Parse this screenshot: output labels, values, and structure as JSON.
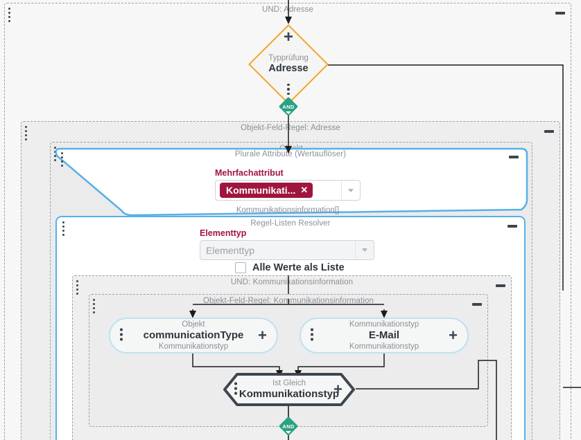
{
  "app": {
    "title": "Regel-Editor Flussdiagramm",
    "canvas_bg": "#f7f7f7"
  },
  "colors": {
    "accent_blue": "#56b0e8",
    "accent_orange": "#f5a623",
    "accent_teal": "#2aa183",
    "label_red": "#a0153e",
    "tag_bg": "#a0153e",
    "muted_text": "#8a9097",
    "dark_text": "#2d343b",
    "pill_border": "#bfe0f2",
    "group_border": "#9aa0a6"
  },
  "groups": [
    {
      "id": "und-adresse",
      "title": "UND: Adresse"
    },
    {
      "id": "objekt-feld-regel-adresse",
      "title": "Objekt-Feld-Regel: Adresse"
    },
    {
      "id": "objekt",
      "title": "Objekt"
    },
    {
      "id": "plurale-attribute",
      "title": "Plurale Attribute (Wertauflöser)"
    },
    {
      "id": "regel-listen-resolver",
      "title": "Regel-Listen Resolver"
    },
    {
      "id": "und-kommunikationsinformation",
      "title": "UND: Kommunikationsinformation"
    },
    {
      "id": "objekt-feld-regel-kommunikationsinformation",
      "title": "Objekt-Feld-Regel: Kommunikationsinformation"
    }
  ],
  "typepruefung_node": {
    "plus": "+",
    "subtitle": "Typprüfung",
    "title": "Adresse"
  },
  "and_badges": [
    {
      "label": "AND"
    },
    {
      "label": "AND"
    }
  ],
  "mehrfachattribut": {
    "label": "Mehrfachattribut",
    "tag_text": "Kommunikati...",
    "tag_remove": "✕",
    "hint": "Kommunikationsinformation[]"
  },
  "elementtyp": {
    "label": "Elementtyp",
    "placeholder": "Elementtyp",
    "value": ""
  },
  "alle_werte": {
    "label": "Alle Werte als Liste",
    "checked": false
  },
  "nodes": [
    {
      "id": "communication-type",
      "subtitle": "Objekt",
      "title": "communicationType",
      "footer": "Kommunikationstyp",
      "plus": "+"
    },
    {
      "id": "email",
      "subtitle": "Kommunikationstyp",
      "title": "E-Mail",
      "footer": "Kommunikationstyp",
      "plus": "+"
    },
    {
      "id": "ist-gleich",
      "subtitle": "Ist Gleich",
      "title": "Kommunikationstyp",
      "plus": "+"
    }
  ]
}
